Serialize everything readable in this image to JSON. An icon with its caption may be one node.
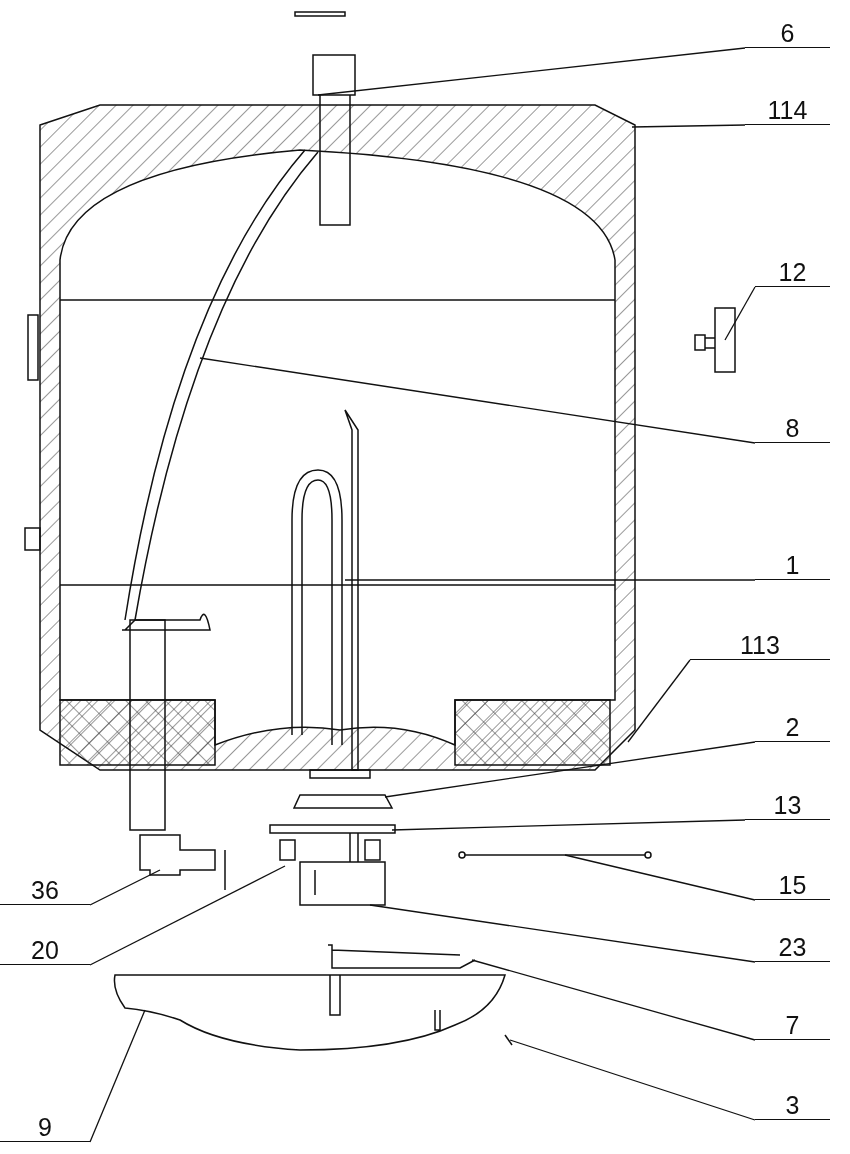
{
  "diagram": {
    "nodes": [
      {
        "text": [
          "6"
        ]
      },
      {
        "text": [
          "114"
        ]
      },
      {
        "text": [
          "12"
        ]
      },
      {
        "text": [
          "8"
        ]
      },
      {
        "text": [
          "1"
        ]
      },
      {
        "text": [
          "113"
        ]
      },
      {
        "text": [
          "2"
        ]
      },
      {
        "text": [
          "13"
        ]
      },
      {
        "text": [
          "15"
        ]
      },
      {
        "text": [
          "36"
        ]
      },
      {
        "text": [
          "23"
        ]
      },
      {
        "text": [
          "20"
        ]
      },
      {
        "text": [
          "7"
        ]
      },
      {
        "text": [
          "3"
        ]
      },
      {
        "text": [
          "9"
        ]
      }
    ],
    "edges": [
      {
        "from": 0,
        "to": null,
        "arrow": "none"
      },
      {
        "from": 1,
        "to": null,
        "arrow": "none"
      },
      {
        "from": 2,
        "to": null,
        "arrow": "none"
      },
      {
        "from": 3,
        "to": null,
        "arrow": "none"
      },
      {
        "from": 4,
        "to": null,
        "arrow": "none"
      },
      {
        "from": 5,
        "to": null,
        "arrow": "none"
      },
      {
        "from": 6,
        "to": null,
        "arrow": "none"
      },
      {
        "from": 7,
        "to": null,
        "arrow": "none"
      },
      {
        "from": 8,
        "to": null,
        "arrow": "none"
      },
      {
        "from": 9,
        "to": null,
        "arrow": "none"
      },
      {
        "from": 10,
        "to": null,
        "arrow": "none"
      },
      {
        "from": 11,
        "to": null,
        "arrow": "none"
      },
      {
        "from": 12,
        "to": null,
        "arrow": "none"
      },
      {
        "from": 13,
        "to": null,
        "arrow": "none"
      },
      {
        "from": 14,
        "to": null,
        "arrow": "none"
      }
    ]
  }
}
